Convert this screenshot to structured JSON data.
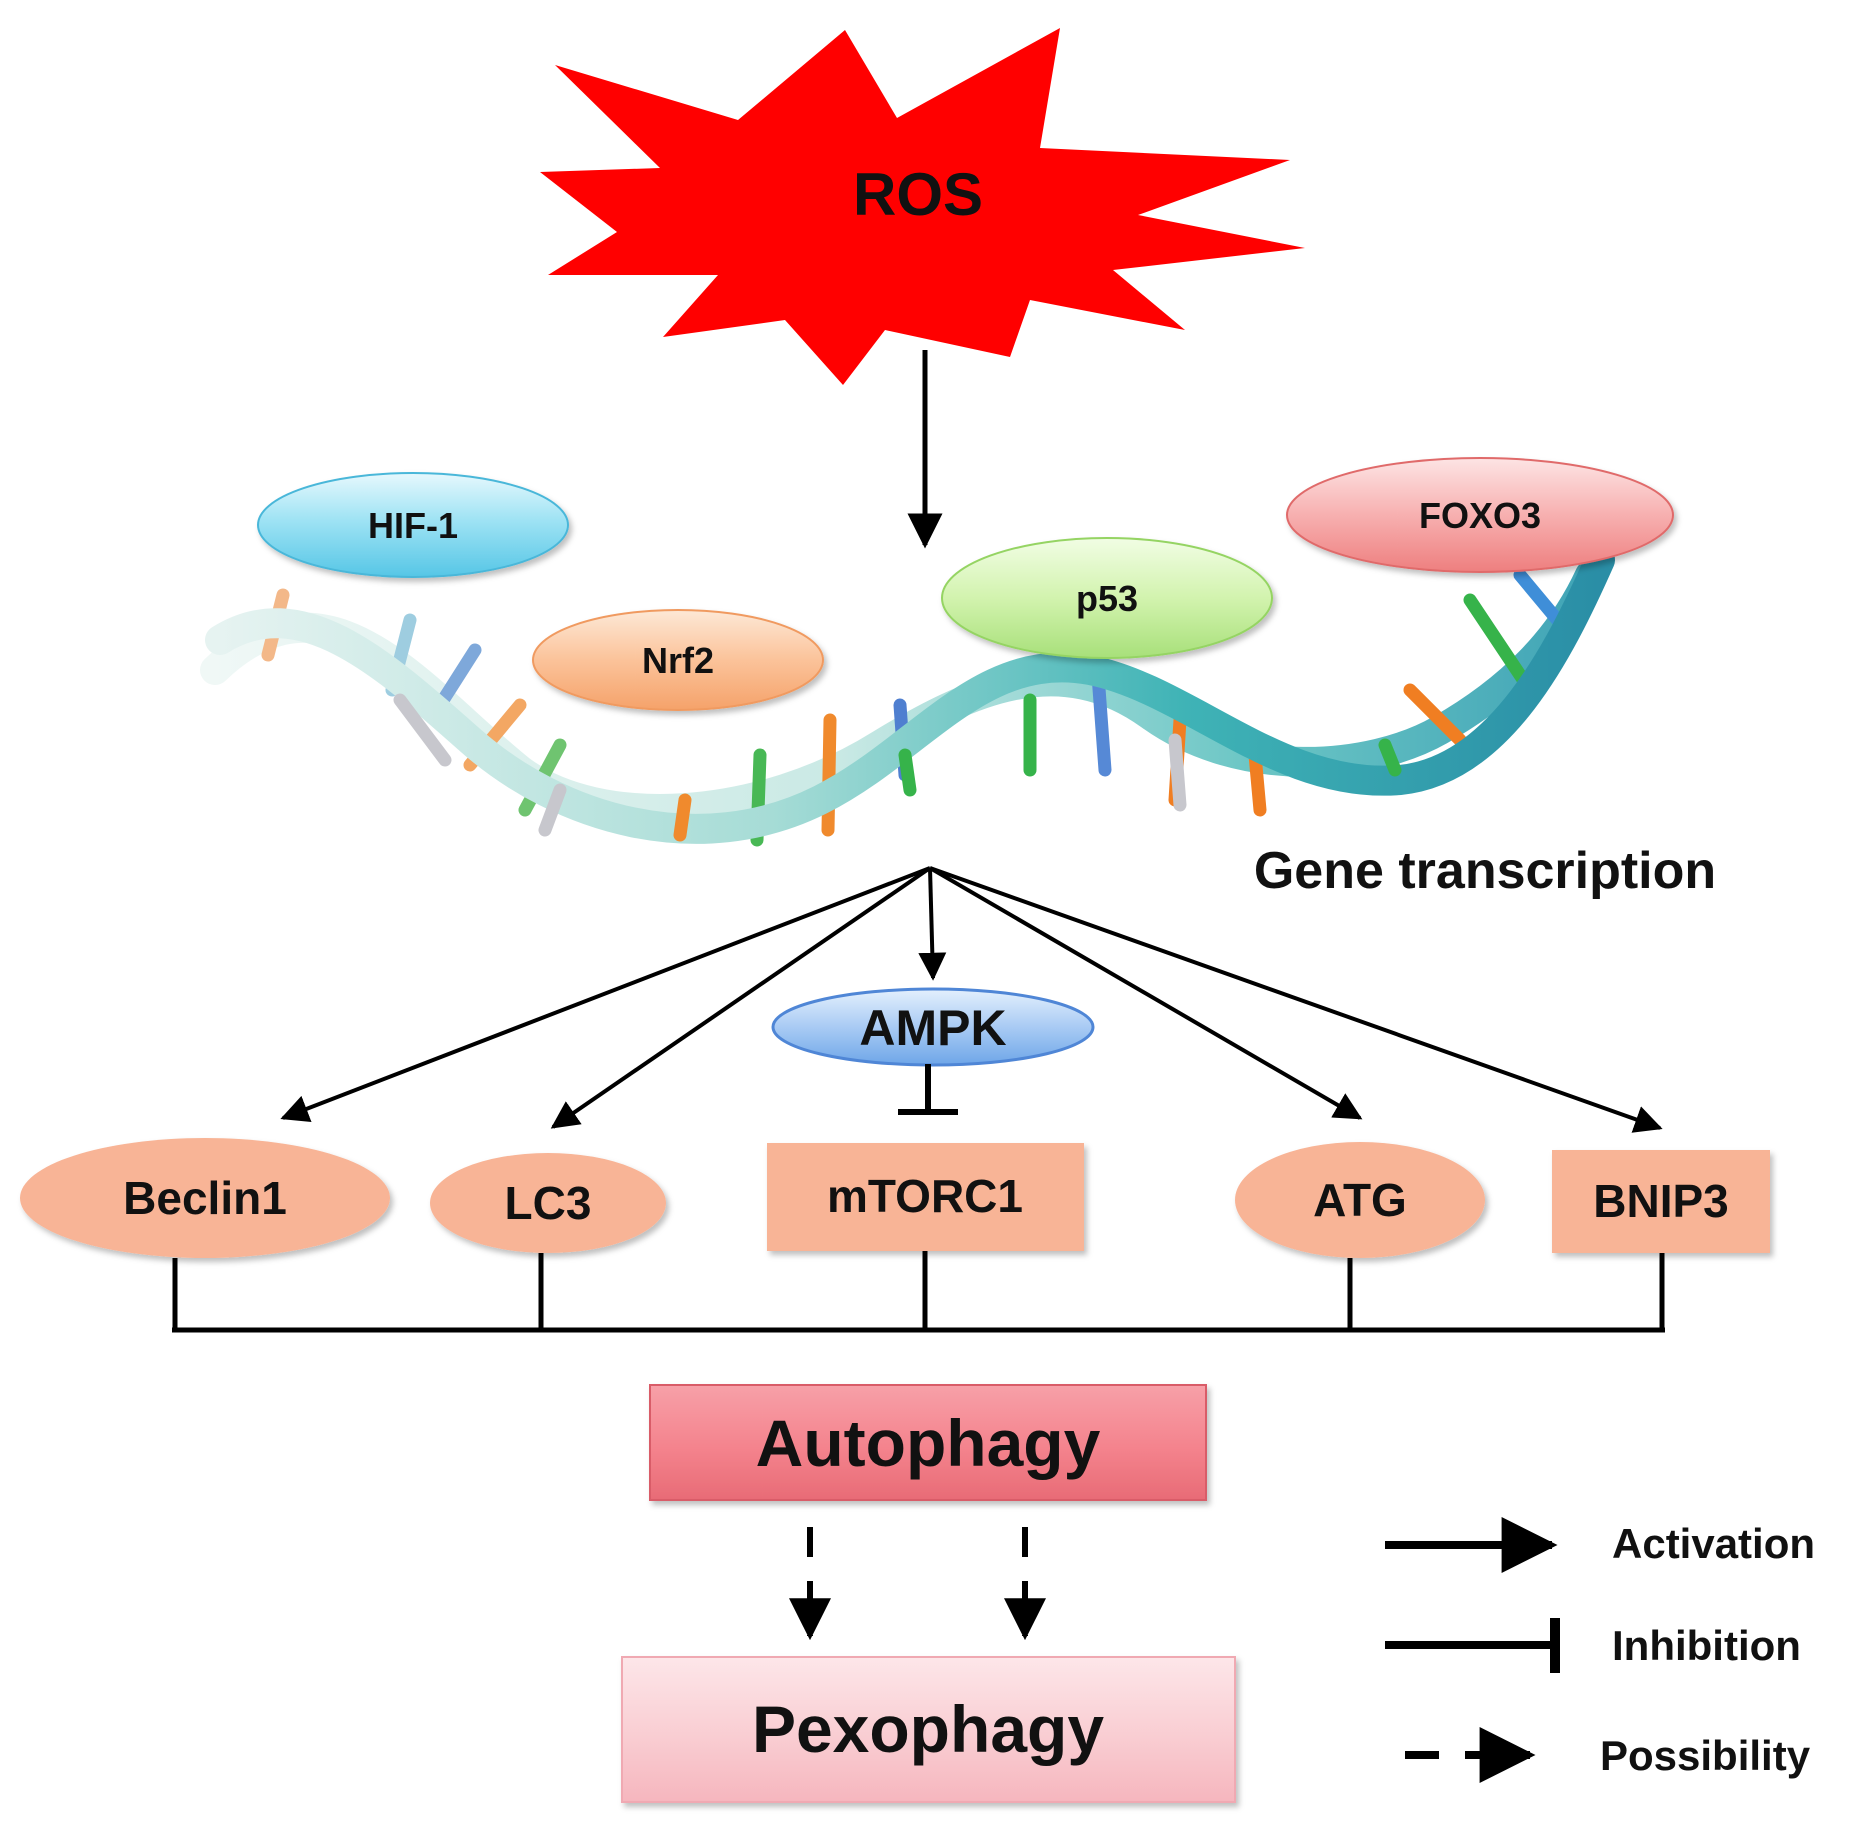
{
  "trigger": {
    "label": "ROS"
  },
  "transcription_factors": [
    {
      "label": "HIF-1"
    },
    {
      "label": "Nrf2"
    },
    {
      "label": "p53"
    },
    {
      "label": "FOXO3"
    }
  ],
  "gene_transcription_label": "Gene transcription",
  "regulator": {
    "label": "AMPK"
  },
  "targets": [
    {
      "label": "Beclin1"
    },
    {
      "label": "LC3"
    },
    {
      "label": "mTORC1"
    },
    {
      "label": "ATG"
    },
    {
      "label": "BNIP3"
    }
  ],
  "outcome": {
    "label": "Autophagy"
  },
  "downstream": {
    "label": "Pexophagy"
  },
  "legend": {
    "activation": "Activation",
    "inhibition": "Inhibition",
    "possibility": "Possibility"
  },
  "colors": {
    "ros": "#ff0000",
    "hif1": "#8fdcf0",
    "nrf2": "#f9bf8f",
    "p53": "#cdf0a6",
    "foxo3": "#f6a6a6",
    "ampk": "#9cc4f2",
    "target": "#f8b496",
    "autophagy": "#f4838d",
    "pexophagy": "#f9c7cd"
  }
}
